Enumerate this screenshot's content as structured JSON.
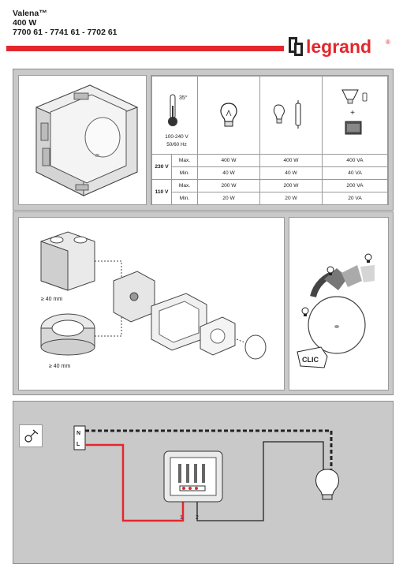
{
  "header": {
    "line1": "Valena™",
    "line2": "400 W",
    "line3": "7700 61 - 7741 61 - 7702 61",
    "brand": "legrand",
    "brand_mark": "®"
  },
  "colors": {
    "accent": "#e3272d",
    "panel": "#c9c9c9",
    "wire_red": "#e3272d"
  },
  "specs": {
    "temperature": "35°",
    "voltage": "100-240 V",
    "frequency": "50/60 Hz",
    "voltage_230": "230 V",
    "voltage_110": "110 V",
    "max_label": "Max.",
    "min_label": "Min.",
    "plus": "+",
    "columns": [
      "incandescent-bulb",
      "halogen-lamps",
      "lv-halogen-with-transformer"
    ],
    "rows": [
      {
        "label": "Max.",
        "values": [
          "400 W",
          "400 W",
          "400 VA"
        ]
      },
      {
        "label": "Min.",
        "values": [
          "40 W",
          "40 W",
          "40 VA"
        ]
      },
      {
        "label": "Max.",
        "values": [
          "200 W",
          "200 W",
          "200 VA"
        ]
      },
      {
        "label": "Min.",
        "values": [
          "20 W",
          "20 W",
          "20 VA"
        ]
      }
    ]
  },
  "install": {
    "dim1": "≥ 40 mm",
    "dim2": "≥ 40 mm",
    "clic": "CLIC"
  },
  "wiring": {
    "n_label": "N",
    "l_label": "L",
    "term1": "1",
    "term2": "2"
  }
}
